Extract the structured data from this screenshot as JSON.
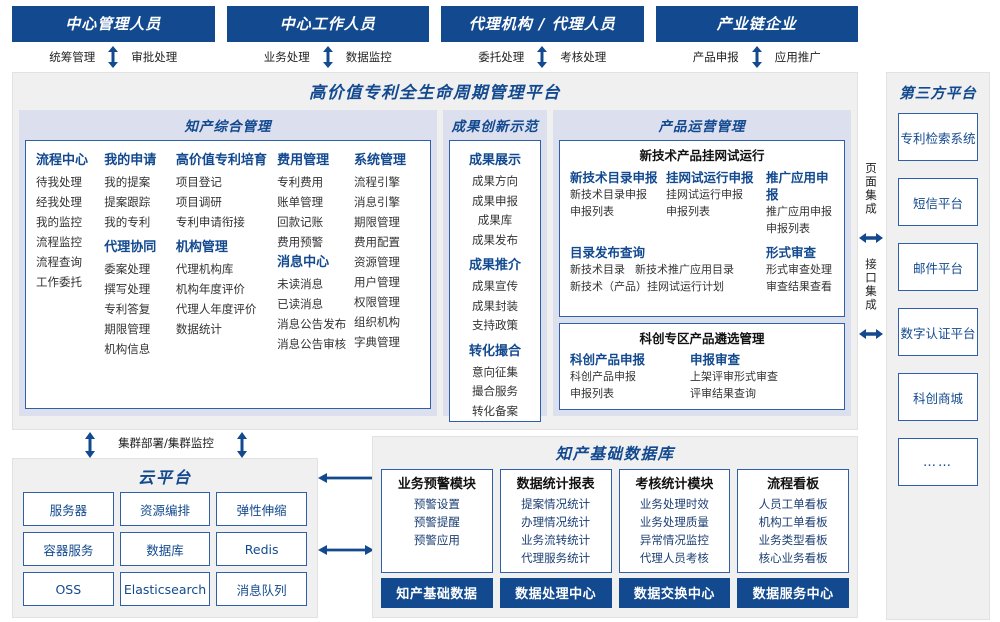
{
  "roles": [
    {
      "title": "中心管理人员",
      "left": "统筹管理",
      "right": "审批处理"
    },
    {
      "title": "中心工作人员",
      "left": "业务处理",
      "right": "数据监控"
    },
    {
      "title": "代理机构 / 代理人员",
      "left": "委托处理",
      "right": "考核处理"
    },
    {
      "title": "产业链企业",
      "left": "产品申报",
      "right": "应用推广"
    }
  ],
  "platform": {
    "title": "高价值专利全生命周期管理平台",
    "zhichan": {
      "title": "知产综合管理",
      "columns": [
        {
          "groups": [
            {
              "head": "流程中心",
              "items": [
                "待我处理",
                "经我处理",
                "我的监控",
                "流程监控",
                "流程查询",
                "工作委托"
              ]
            }
          ]
        },
        {
          "groups": [
            {
              "head": "我的申请",
              "items": [
                "我的提案",
                "提案跟踪",
                "我的专利"
              ]
            },
            {
              "head": "代理协同",
              "items": [
                "委案处理",
                "撰写处理",
                "专利答复",
                "期限管理",
                "机构信息"
              ]
            }
          ]
        },
        {
          "groups": [
            {
              "head": "高价值专利培育",
              "items": [
                "项目登记",
                "项目调研",
                "专利申请衔接"
              ]
            },
            {
              "head": "机构管理",
              "items": [
                "代理机构库",
                "机构年度评价",
                "代理人年度评价",
                "数据统计"
              ]
            }
          ]
        },
        {
          "groups": [
            {
              "head": "费用管理",
              "items": [
                "专利费用",
                "账单管理",
                "回款记账",
                "费用预警"
              ]
            },
            {
              "head": "消息中心",
              "items": [
                "未读消息",
                "已读消息",
                "消息公告发布",
                "消息公告审核"
              ]
            }
          ]
        },
        {
          "groups": [
            {
              "head": "系统管理",
              "items": [
                "流程引擎",
                "消息引擎",
                "期限管理",
                "费用配置",
                "资源管理",
                "用户管理",
                "权限管理",
                "组织机构",
                "字典管理"
              ]
            }
          ]
        }
      ]
    },
    "chengguo": {
      "title": "成果创新示范",
      "groups": [
        {
          "head": "成果展示",
          "items": [
            "成果方向",
            "成果申报",
            "成果库",
            "成果发布"
          ]
        },
        {
          "head": "成果推介",
          "items": [
            "成果宣传",
            "成果封装",
            "支持政策"
          ]
        },
        {
          "head": "转化撮合",
          "items": [
            "意向征集",
            "撮合服务",
            "转化备案"
          ]
        }
      ]
    },
    "chanpin": {
      "title": "产品运营管理",
      "cards": [
        {
          "title": "新技术产品挂网试运行",
          "row1": [
            {
              "head": "新技术目录申报",
              "items": [
                "新技术目录申报",
                "申报列表"
              ]
            },
            {
              "head": "挂网试运行申报",
              "items": [
                "挂网试运行申报",
                "申报列表"
              ]
            },
            {
              "head": "推广应用申报",
              "items": [
                "推广应用申报",
                "申报列表"
              ]
            }
          ],
          "row2": [
            {
              "head": "目录发布查询",
              "items": [
                "新技术目录",
                "新技术推广应用目录",
                "新技术（产品）挂网试运行计划"
              ]
            },
            {
              "head": "形式审查",
              "items": [
                "形式审查处理",
                "审查结果查看"
              ]
            }
          ]
        },
        {
          "title": "科创专区产品遴选管理",
          "row1": [
            {
              "head": "科创产品申报",
              "items": [
                "科创产品申报",
                "申报列表"
              ]
            },
            {
              "head": "申报审查",
              "items": [
                "上架评审形式审查",
                "评审结果查询"
              ]
            }
          ]
        }
      ]
    }
  },
  "integration": {
    "page": "页面集成",
    "api": "接口集成"
  },
  "third_party": {
    "title": "第三方平台",
    "items": [
      "专利检索系统",
      "短信平台",
      "邮件平台",
      "数字认证平台",
      "科创商城",
      "……"
    ]
  },
  "cluster_label": "集群部署/集群监控",
  "cloud": {
    "title": "云平台",
    "cells": [
      "服务器",
      "资源编排",
      "弹性伸缩",
      "容器服务",
      "数据库",
      "Redis",
      "OSS",
      "Elasticsearch",
      "消息队列"
    ]
  },
  "database": {
    "title": "知产基础数据库",
    "columns": [
      {
        "head": "业务预警模块",
        "items": [
          "预警设置",
          "预警提醒",
          "预警应用"
        ],
        "foot": "知产基础数据"
      },
      {
        "head": "数据统计报表",
        "items": [
          "提案情况统计",
          "办理情况统计",
          "业务流转统计",
          "代理服务统计"
        ],
        "foot": "数据处理中心"
      },
      {
        "head": "考核统计模块",
        "items": [
          "业务处理时效",
          "业务处理质量",
          "异常情况监控",
          "代理人员考核"
        ],
        "foot": "数据交换中心"
      },
      {
        "head": "流程看板",
        "items": [
          "人员工单看板",
          "机构工单看板",
          "业务类型看板",
          "核心业务看板"
        ],
        "foot": "数据服务中心"
      }
    ]
  },
  "colors": {
    "brand_blue": "#12498f",
    "border_blue": "#2f5fa8",
    "panel_gray": "#f0f0f0",
    "section_lavender": "#dcdfee"
  }
}
